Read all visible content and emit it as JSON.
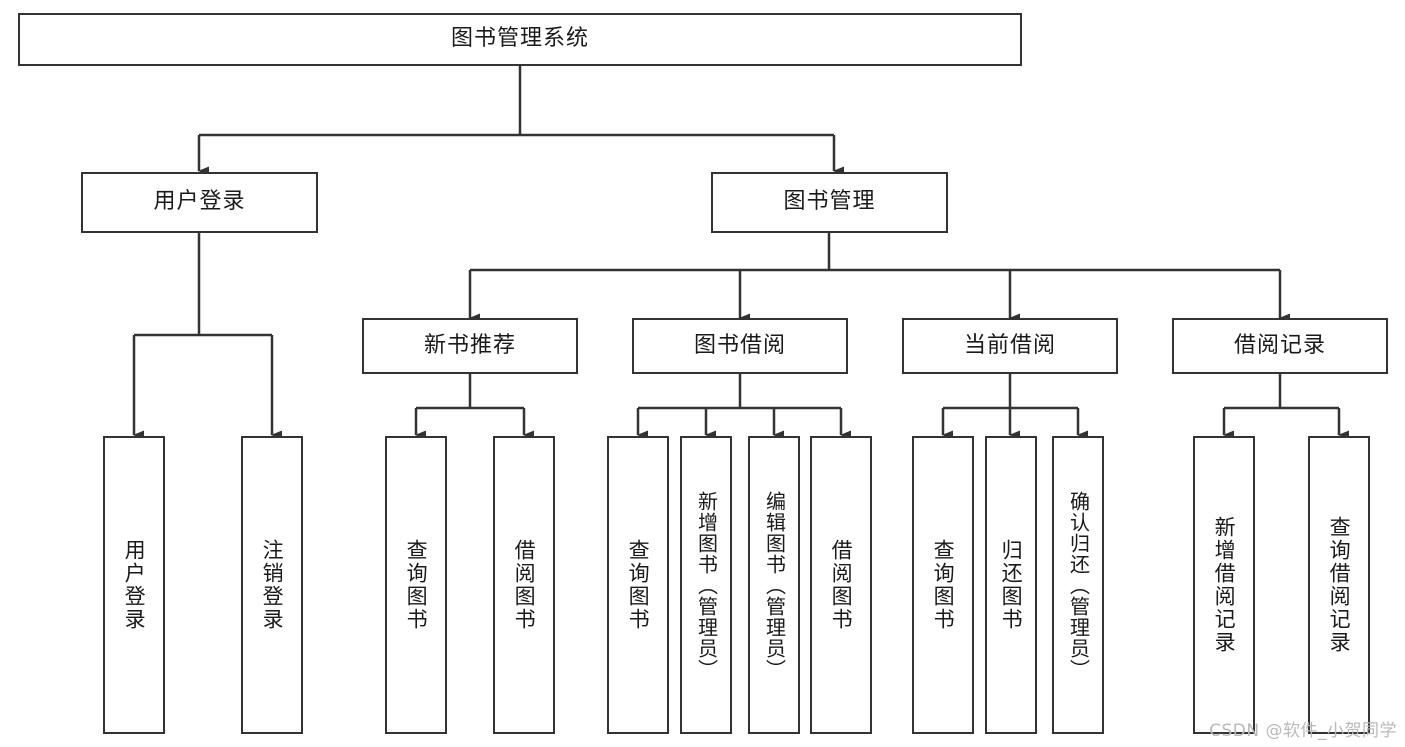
{
  "diagram": {
    "title": "图书管理系统",
    "type": "tree",
    "watermark": "CSDN @软件_小贺同学",
    "colors": {
      "box_border": "#333333",
      "box_fill": "#ffffff",
      "edge": "#333333",
      "text": "#1a1a1a",
      "watermark": "#b9b9b9",
      "background": "#ffffff"
    },
    "nodes": {
      "root": {
        "label": "图书管理系统"
      },
      "level2": [
        {
          "id": "user-login",
          "label": "用户登录"
        },
        {
          "id": "book-manage",
          "label": "图书管理"
        }
      ],
      "level3": [
        {
          "id": "new-book-recommend",
          "label": "新书推荐"
        },
        {
          "id": "book-borrow",
          "label": "图书借阅"
        },
        {
          "id": "current-borrow",
          "label": "当前借阅"
        },
        {
          "id": "borrow-record",
          "label": "借阅记录"
        }
      ],
      "leaves": {
        "user_login": [
          {
            "id": "leaf-user-login",
            "label": "用户登录"
          },
          {
            "id": "leaf-logout-login",
            "label": "注销登录"
          }
        ],
        "new_book_recommend": [
          {
            "id": "leaf-query-book-1",
            "label": "查询图书"
          },
          {
            "id": "leaf-borrow-book-1",
            "label": "借阅图书"
          }
        ],
        "book_borrow": [
          {
            "id": "leaf-query-book-2",
            "label": "查询图书"
          },
          {
            "id": "leaf-add-book-admin",
            "label": "新增图书（管理员）"
          },
          {
            "id": "leaf-edit-book-admin",
            "label": "编辑图书（管理员）"
          },
          {
            "id": "leaf-borrow-book-2",
            "label": "借阅图书"
          }
        ],
        "current_borrow": [
          {
            "id": "leaf-query-book-3",
            "label": "查询图书"
          },
          {
            "id": "leaf-return-book",
            "label": "归还图书"
          },
          {
            "id": "leaf-confirm-return-admin",
            "label": "确认归还（管理员）"
          }
        ],
        "borrow_record": [
          {
            "id": "leaf-add-borrow-record",
            "label": "新增借阅记录"
          },
          {
            "id": "leaf-query-borrow-record",
            "label": "查询借阅记录"
          }
        ]
      }
    }
  }
}
